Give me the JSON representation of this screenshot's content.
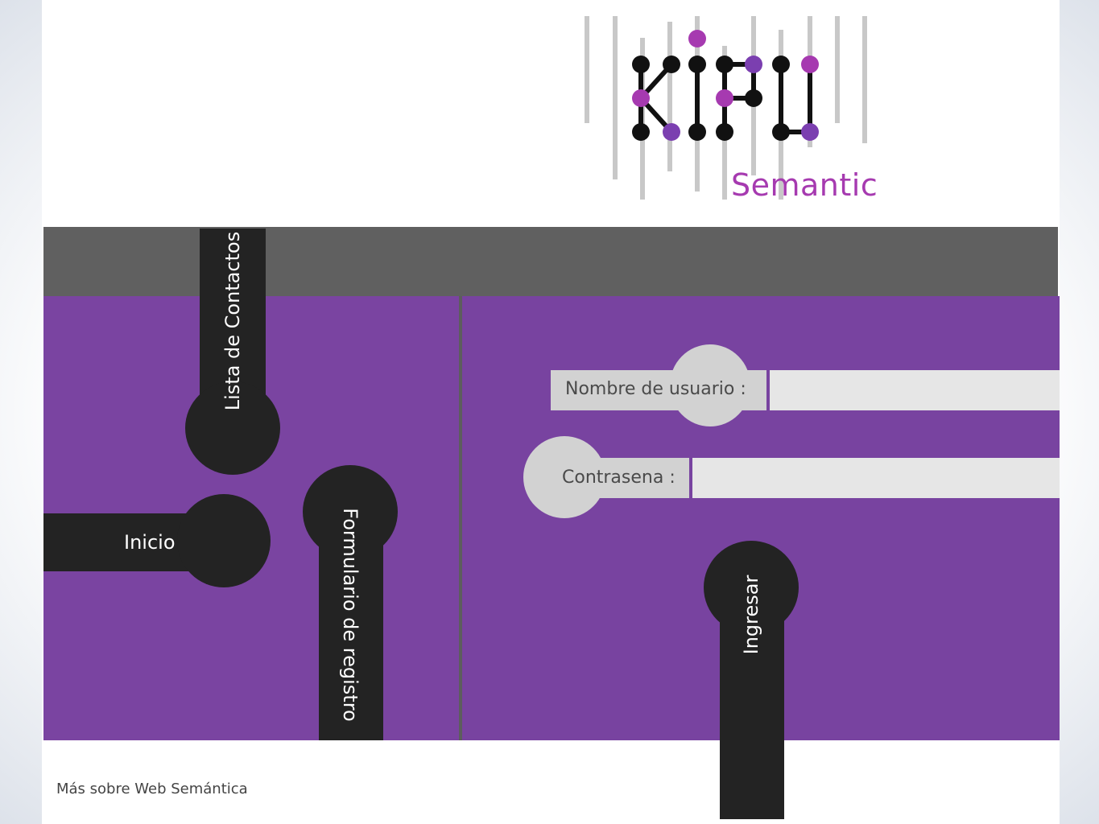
{
  "brand": {
    "logo_letters": "KIPU",
    "name": "Semantic",
    "colors": {
      "black": "#111111",
      "magenta": "#a63ab0",
      "violet": "#7b3fb0",
      "gray": "#c8c8c8"
    }
  },
  "nav": {
    "contacts": "Lista de Contactos",
    "home": "Inicio",
    "register": "Formulario de registro"
  },
  "login": {
    "username_label": "Nombre de usuario :",
    "username_value": "",
    "password_label": "Contrasena :",
    "password_value": "",
    "submit": "Ingresar"
  },
  "footer": {
    "more_link": "Más sobre Web Semántica"
  },
  "colors": {
    "purple": "#7a44a1",
    "gray_bar": "#606060",
    "dark": "#232323",
    "light_gray": "#d2d2d2",
    "input_bg": "#e6e6e6"
  }
}
